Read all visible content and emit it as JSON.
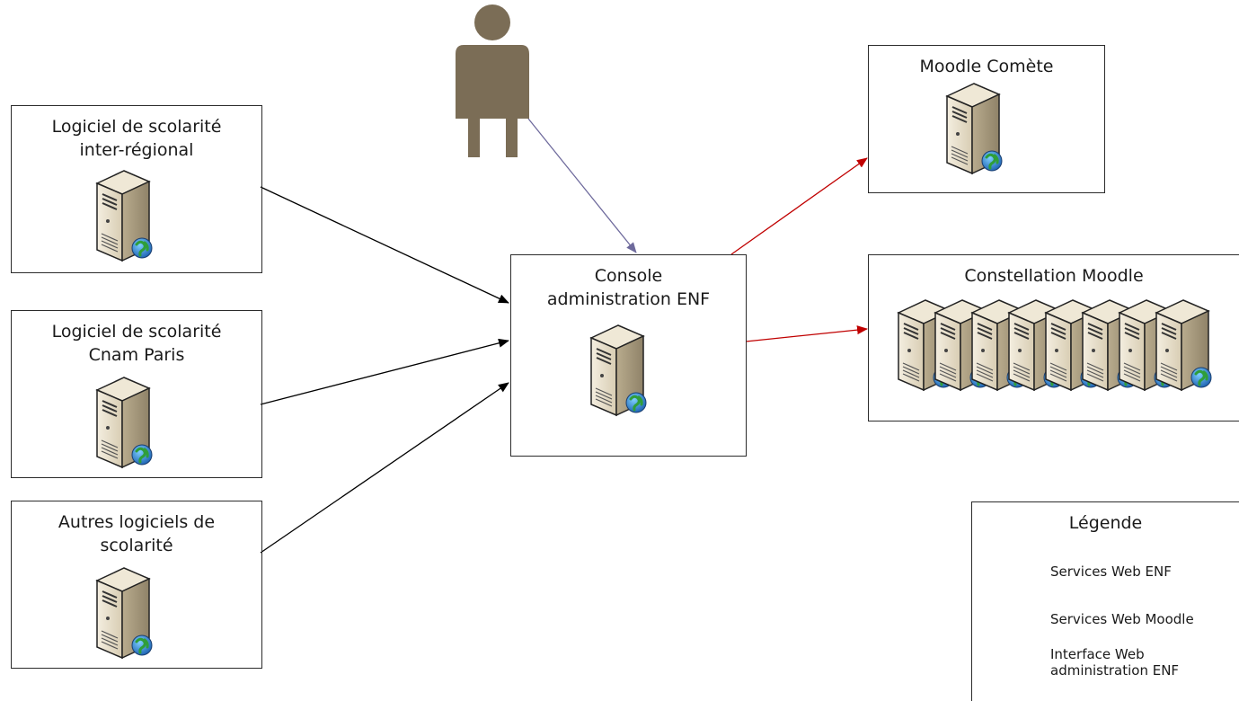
{
  "nodes": {
    "scol_inter": {
      "label": "Logiciel de scolarité\ninter-régional"
    },
    "scol_cnam": {
      "label": "Logiciel de scolarité\nCnam Paris"
    },
    "scol_autres": {
      "label": "Autres logiciels de\nscolarité"
    },
    "console": {
      "label": "Console\nadministration ENF"
    },
    "moodle_comete": {
      "label": "Moodle Comète"
    },
    "constellation": {
      "label": "Constellation Moodle"
    }
  },
  "icons": {
    "server": "server-icon",
    "user": "user-icon"
  },
  "colors": {
    "ws_enf": "#000000",
    "ws_moodle": "#c00000",
    "web_admin": "#6e6a9c",
    "user": "#7b6d56"
  },
  "legend": {
    "title": "Légende",
    "items": [
      {
        "label": "Services Web ENF",
        "color": "#000000"
      },
      {
        "label": "Services Web Moodle",
        "color": "#c00000"
      },
      {
        "label": "Interface Web\nadministration ENF",
        "color": "#6e6a9c"
      }
    ]
  }
}
